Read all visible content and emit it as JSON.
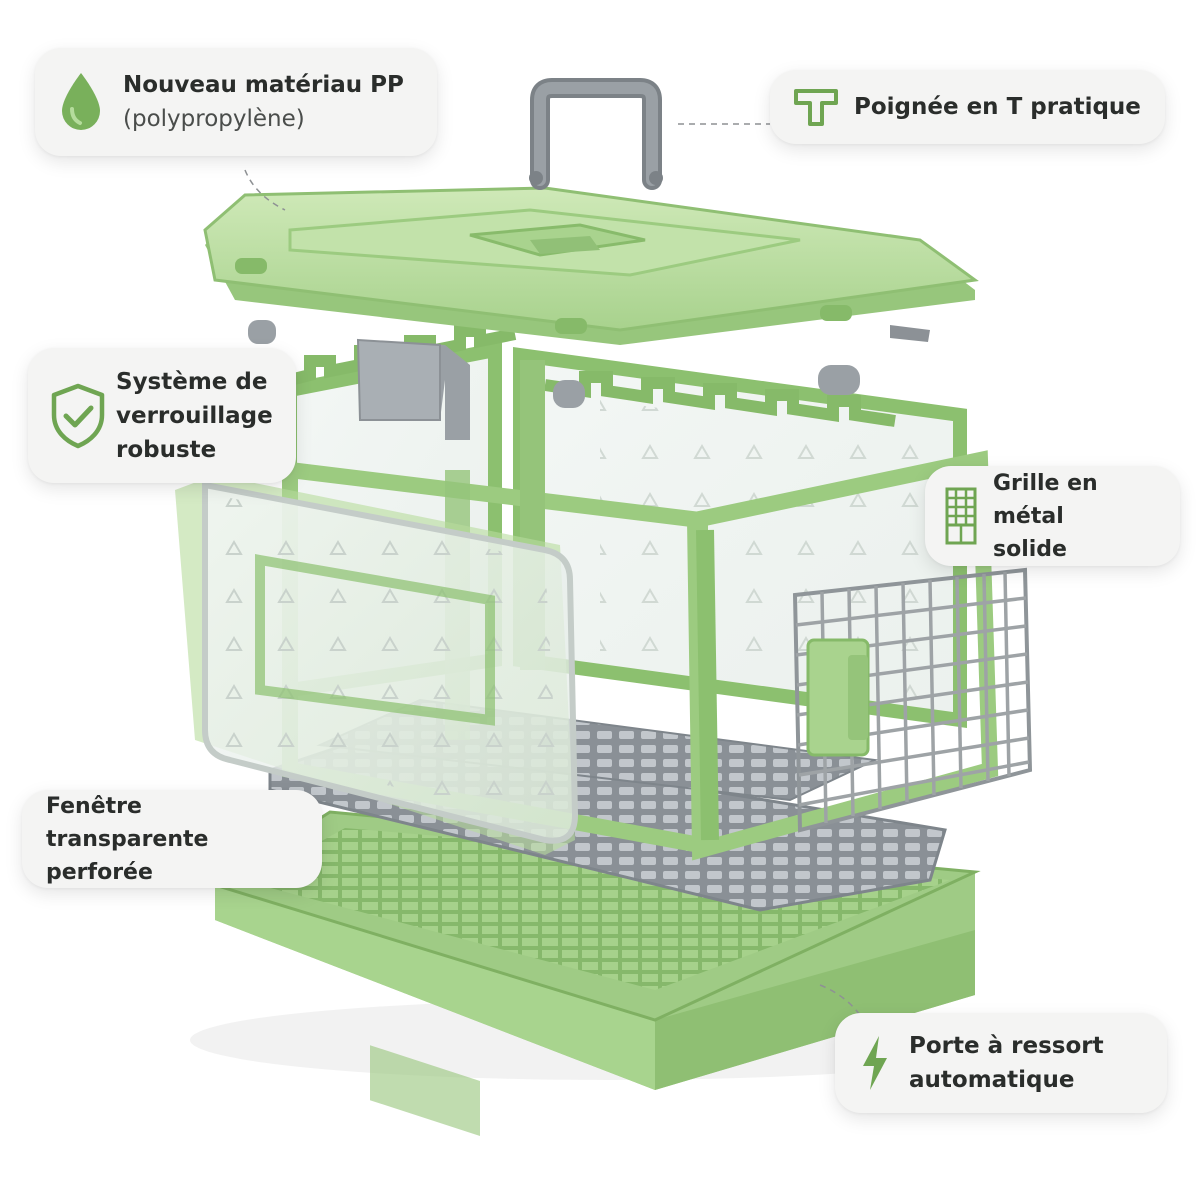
{
  "callouts": {
    "material": {
      "line1": "Nouveau matériau PP",
      "line2": "(polypropylène)",
      "icon": "water-drop-icon"
    },
    "handle": {
      "text": "Poignée en T pratique",
      "icon": "t-handle-icon"
    },
    "lock": {
      "line1": "Système de",
      "line2": "verrouillage",
      "line3": "robuste",
      "icon": "shield-check-icon"
    },
    "grid": {
      "line1": "Grille en métal",
      "line2": "solide",
      "icon": "metal-grid-icon"
    },
    "window": {
      "line1": "Fenêtre transparente",
      "line2": "perforée"
    },
    "spring": {
      "line1": "Porte à ressort",
      "line2": "automatique",
      "icon": "lightning-bolt-icon"
    }
  },
  "colors": {
    "green_light": "#b9dda0",
    "green_mid": "#95c47a",
    "green_dark": "#6b9e52",
    "icon_green": "#6fa552",
    "gray": "#8c9196",
    "gray_dark": "#6d7276",
    "callout_bg": "#f4f4f3"
  }
}
